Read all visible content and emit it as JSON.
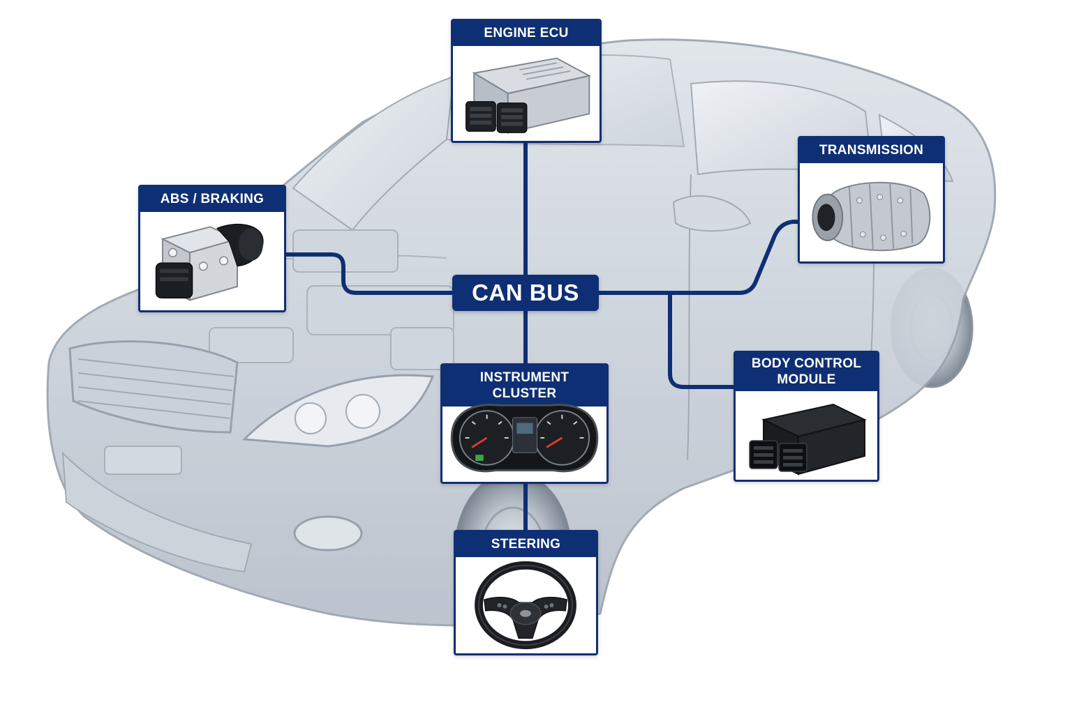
{
  "bus": {
    "label": "CAN BUS"
  },
  "nodes": {
    "engine_ecu": {
      "label": "ENGINE ECU",
      "icon": "ecu-module-icon"
    },
    "abs_braking": {
      "label": "ABS / BRAKING",
      "icon": "abs-unit-icon"
    },
    "transmission": {
      "label": "TRANSMISSION",
      "icon": "transmission-icon"
    },
    "instrument_cluster": {
      "label": "INSTRUMENT CLUSTER",
      "icon": "instrument-cluster-icon"
    },
    "body_control_module": {
      "label": "BODY CONTROL MODULE",
      "icon": "control-module-icon"
    },
    "steering": {
      "label": "STEERING",
      "icon": "steering-wheel-icon"
    }
  },
  "colors": {
    "accent": "#0f2f74",
    "car_body": "#c3cad4",
    "background": "#ffffff"
  }
}
